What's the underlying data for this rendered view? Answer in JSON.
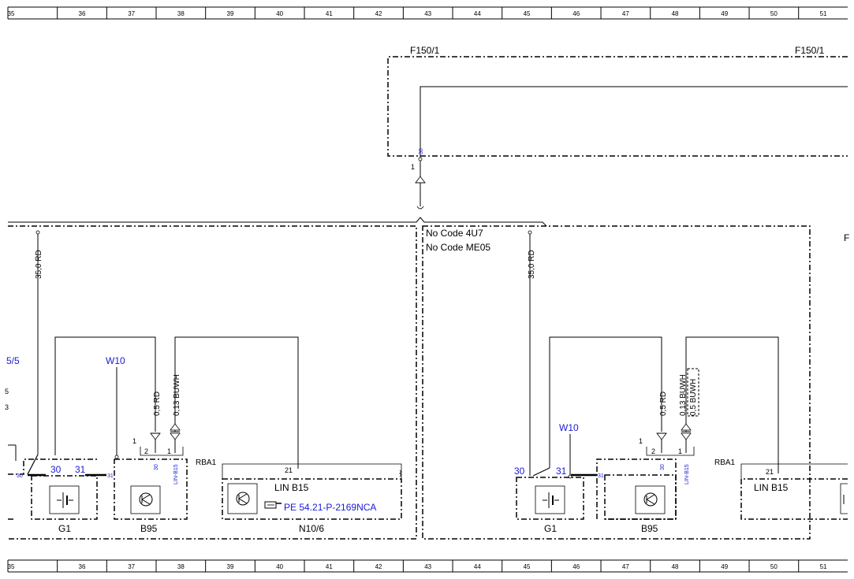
{
  "ruler": {
    "numbers": [
      "35",
      "36",
      "37",
      "38",
      "39",
      "40",
      "41",
      "42",
      "43",
      "44",
      "45",
      "46",
      "47",
      "48",
      "49",
      "50",
      "51"
    ]
  },
  "fuse_box": {
    "label_left": "F150/1",
    "label_right": "F150/1",
    "pin_30": "30",
    "pin_1": "1"
  },
  "conditions": {
    "line1": "No Code 4U7",
    "line2": "No Code ME05"
  },
  "left_section": {
    "cut_ref": "5/5",
    "wire_main": "35,0 RD",
    "w10": "W10",
    "wire_b95_2": "0,5 RD",
    "wire_b95_1": "0,13 BUWH",
    "pin1_outer": "1",
    "pin_b95_2": "2",
    "pin_b95_1": "1",
    "pin_30_small": "30",
    "pin_30_small_b95": "30",
    "pin_lin_small": "LIN-B15",
    "pin_30": "30",
    "pin_31": "31",
    "pin_31_small": "31",
    "rba1": "RBA1",
    "pin_21": "21",
    "lin_b15": "LIN B15",
    "pe_ref": "PE 54.21-P-2169NCA",
    "g1": "G1",
    "b95": "B95",
    "n10": "N10/6"
  },
  "right_section": {
    "wire_main": "35,0 RD",
    "w10": "W10",
    "wire_b95_2": "0,5 RD",
    "wire_b95_1a": "0,13 BUWH",
    "wire_b95_1b": "0,5 BUWH",
    "pin1_outer": "1",
    "pin_b95_2": "2",
    "pin_b95_1": "1",
    "pin_30_small_b95": "30",
    "pin_lin_small": "LIN-B15",
    "pin_30": "30",
    "pin_31": "31",
    "pin_31_small": "31",
    "rba1": "RBA1",
    "pin_21": "21",
    "lin_b15": "LIN B15",
    "g1": "G1",
    "b95": "B95"
  },
  "edge_glyph": "F"
}
